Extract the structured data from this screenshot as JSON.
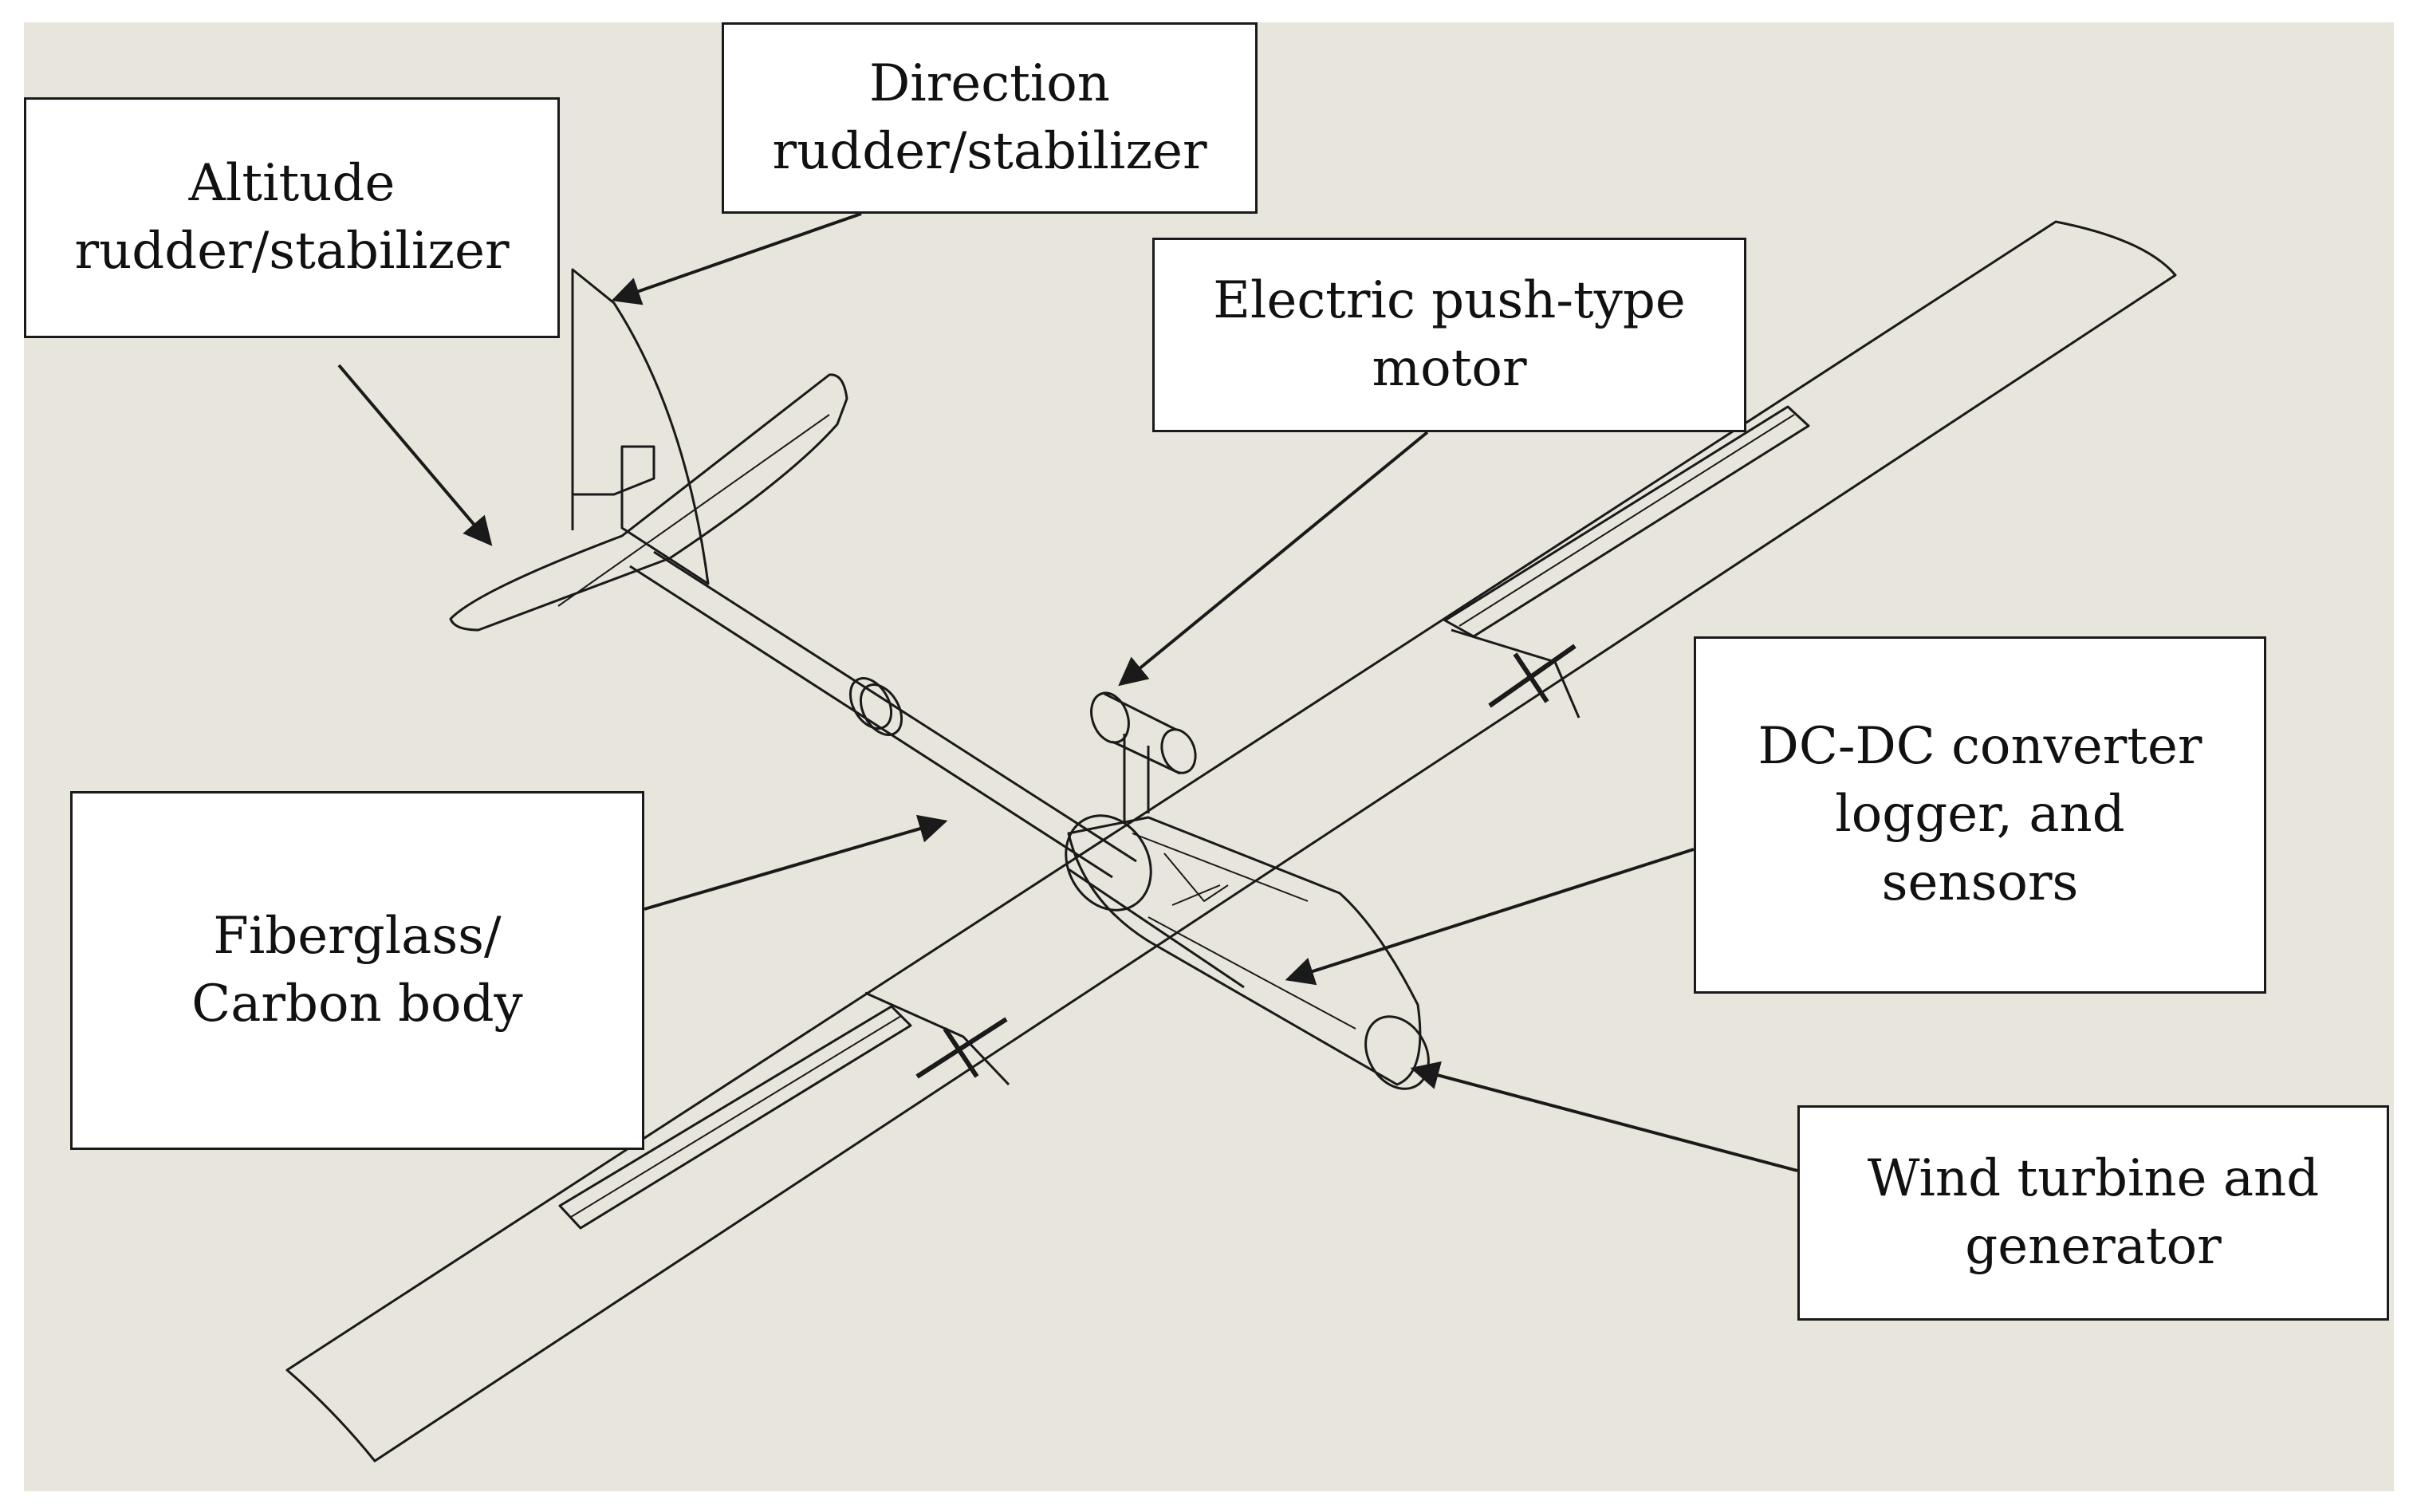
{
  "colors": {
    "background": "#e8e6dc",
    "outer": "#ffffff",
    "line": "#1a1a1a",
    "box_fill": "#ffffff"
  },
  "labels": {
    "altitude": "Altitude\nrudder/stabilizer",
    "direction": "Direction\nrudder/stabilizer",
    "motor": "Electric push-type\nmotor",
    "dcdc": "DC-DC converter\nlogger, and\nsensors",
    "body": "Fiberglass/\nCarbon body",
    "turbine": "Wind turbine and\ngenerator"
  }
}
